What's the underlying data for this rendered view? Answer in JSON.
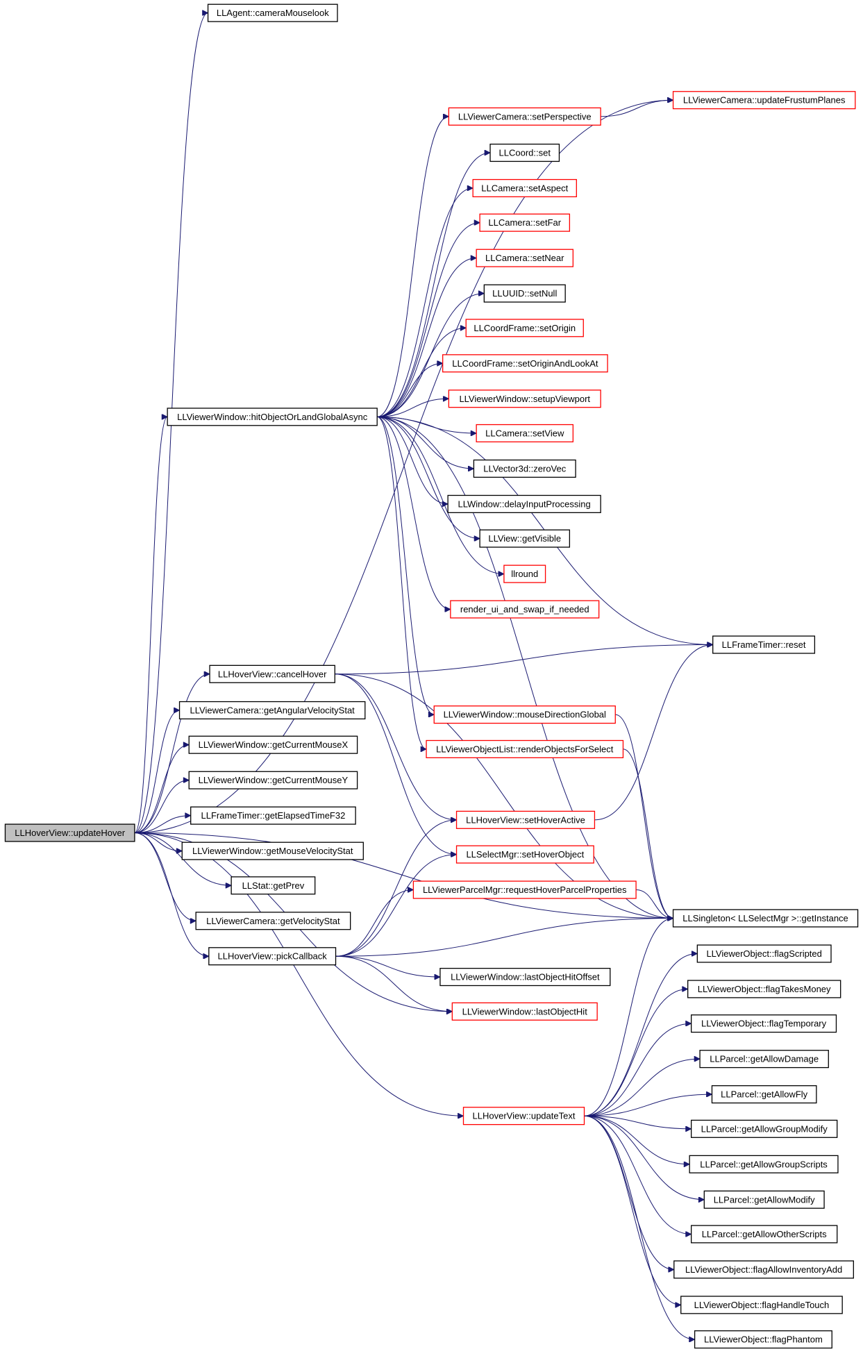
{
  "colors": {
    "edge": "#191970",
    "node_border_default": "#000000",
    "node_border_incomplete": "#ff0000",
    "root_fill": "#c0c0c0",
    "background": "#ffffff"
  },
  "nodes": [
    {
      "id": "root",
      "label": "LLHoverView::updateHover",
      "border": "black",
      "root": true
    },
    {
      "id": "cameraMouselook",
      "label": "LLAgent::cameraMouselook",
      "border": "black"
    },
    {
      "id": "hitObject",
      "label": "LLViewerWindow::hitObjectOrLandGlobalAsync",
      "border": "black"
    },
    {
      "id": "cancelHover",
      "label": "LLHoverView::cancelHover",
      "border": "black"
    },
    {
      "id": "getAngVel",
      "label": "LLViewerCamera::getAngularVelocityStat",
      "border": "black"
    },
    {
      "id": "curMouseX",
      "label": "LLViewerWindow::getCurrentMouseX",
      "border": "black"
    },
    {
      "id": "curMouseY",
      "label": "LLViewerWindow::getCurrentMouseY",
      "border": "black"
    },
    {
      "id": "elapsed",
      "label": "LLFrameTimer::getElapsedTimeF32",
      "border": "black"
    },
    {
      "id": "mouseVel",
      "label": "LLViewerWindow::getMouseVelocityStat",
      "border": "black"
    },
    {
      "id": "getPrev",
      "label": "LLStat::getPrev",
      "border": "black"
    },
    {
      "id": "velStat",
      "label": "LLViewerCamera::getVelocityStat",
      "border": "black"
    },
    {
      "id": "pickCallback",
      "label": "LLHoverView::pickCallback",
      "border": "black"
    },
    {
      "id": "updateText",
      "label": "LLHoverView::updateText",
      "border": "red"
    },
    {
      "id": "setPerspective",
      "label": "LLViewerCamera::setPerspective",
      "border": "red"
    },
    {
      "id": "updateFrustum",
      "label": "LLViewerCamera::updateFrustumPlanes",
      "border": "red"
    },
    {
      "id": "coordSet",
      "label": "LLCoord::set",
      "border": "black"
    },
    {
      "id": "setAspect",
      "label": "LLCamera::setAspect",
      "border": "red"
    },
    {
      "id": "setFar",
      "label": "LLCamera::setFar",
      "border": "red"
    },
    {
      "id": "setNear",
      "label": "LLCamera::setNear",
      "border": "red"
    },
    {
      "id": "setNull",
      "label": "LLUUID::setNull",
      "border": "black"
    },
    {
      "id": "setOrigin",
      "label": "LLCoordFrame::setOrigin",
      "border": "red"
    },
    {
      "id": "setOriginLook",
      "label": "LLCoordFrame::setOriginAndLookAt",
      "border": "red"
    },
    {
      "id": "setupViewport",
      "label": "LLViewerWindow::setupViewport",
      "border": "red"
    },
    {
      "id": "setView",
      "label": "LLCamera::setView",
      "border": "red"
    },
    {
      "id": "zeroVec",
      "label": "LLVector3d::zeroVec",
      "border": "black"
    },
    {
      "id": "delayInput",
      "label": "LLWindow::delayInputProcessing",
      "border": "black"
    },
    {
      "id": "getVisible",
      "label": "LLView::getVisible",
      "border": "black"
    },
    {
      "id": "llround",
      "label": "llround",
      "border": "red"
    },
    {
      "id": "renderUi",
      "label": "render_ui_and_swap_if_needed",
      "border": "red"
    },
    {
      "id": "frameReset",
      "label": "LLFrameTimer::reset",
      "border": "black"
    },
    {
      "id": "mouseDir",
      "label": "LLViewerWindow::mouseDirectionGlobal",
      "border": "red"
    },
    {
      "id": "renderObjects",
      "label": "LLViewerObjectList::renderObjectsForSelect",
      "border": "red"
    },
    {
      "id": "setHoverActive",
      "label": "LLHoverView::setHoverActive",
      "border": "red"
    },
    {
      "id": "setHoverObject",
      "label": "LLSelectMgr::setHoverObject",
      "border": "red"
    },
    {
      "id": "requestParcel",
      "label": "LLViewerParcelMgr::requestHoverParcelProperties",
      "border": "red"
    },
    {
      "id": "getInstance",
      "label": "LLSingleton< LLSelectMgr >::getInstance",
      "border": "black"
    },
    {
      "id": "lastHitOffset",
      "label": "LLViewerWindow::lastObjectHitOffset",
      "border": "black"
    },
    {
      "id": "lastHit",
      "label": "LLViewerWindow::lastObjectHit",
      "border": "red"
    },
    {
      "id": "flagScripted",
      "label": "LLViewerObject::flagScripted",
      "border": "black"
    },
    {
      "id": "flagTakesMoney",
      "label": "LLViewerObject::flagTakesMoney",
      "border": "black"
    },
    {
      "id": "flagTemporary",
      "label": "LLViewerObject::flagTemporary",
      "border": "black"
    },
    {
      "id": "allowDamage",
      "label": "LLParcel::getAllowDamage",
      "border": "black"
    },
    {
      "id": "allowFly",
      "label": "LLParcel::getAllowFly",
      "border": "black"
    },
    {
      "id": "allowGroupModify",
      "label": "LLParcel::getAllowGroupModify",
      "border": "black"
    },
    {
      "id": "allowGroupScripts",
      "label": "LLParcel::getAllowGroupScripts",
      "border": "black"
    },
    {
      "id": "allowModify",
      "label": "LLParcel::getAllowModify",
      "border": "black"
    },
    {
      "id": "allowOtherScripts",
      "label": "LLParcel::getAllowOtherScripts",
      "border": "black"
    },
    {
      "id": "flagInvAdd",
      "label": "LLViewerObject::flagAllowInventoryAdd",
      "border": "black"
    },
    {
      "id": "flagHandleTouch",
      "label": "LLViewerObject::flagHandleTouch",
      "border": "black"
    },
    {
      "id": "flagPhantom",
      "label": "LLViewerObject::flagPhantom",
      "border": "black"
    }
  ],
  "edges": [
    [
      "root",
      "cameraMouselook"
    ],
    [
      "root",
      "hitObject"
    ],
    [
      "root",
      "cancelHover"
    ],
    [
      "root",
      "getAngVel"
    ],
    [
      "root",
      "curMouseX"
    ],
    [
      "root",
      "curMouseY"
    ],
    [
      "root",
      "elapsed"
    ],
    [
      "root",
      "mouseVel"
    ],
    [
      "root",
      "getPrev"
    ],
    [
      "root",
      "velStat"
    ],
    [
      "root",
      "pickCallback"
    ],
    [
      "root",
      "updateText"
    ],
    [
      "root",
      "updateFrustum"
    ],
    [
      "root",
      "getInstance"
    ],
    [
      "root",
      "lastHit"
    ],
    [
      "hitObject",
      "setPerspective"
    ],
    [
      "hitObject",
      "coordSet"
    ],
    [
      "hitObject",
      "setAspect"
    ],
    [
      "hitObject",
      "setFar"
    ],
    [
      "hitObject",
      "setNear"
    ],
    [
      "hitObject",
      "setNull"
    ],
    [
      "hitObject",
      "setOrigin"
    ],
    [
      "hitObject",
      "setOriginLook"
    ],
    [
      "hitObject",
      "setupViewport"
    ],
    [
      "hitObject",
      "setView"
    ],
    [
      "hitObject",
      "zeroVec"
    ],
    [
      "hitObject",
      "delayInput"
    ],
    [
      "hitObject",
      "getVisible"
    ],
    [
      "hitObject",
      "llround"
    ],
    [
      "hitObject",
      "renderUi"
    ],
    [
      "hitObject",
      "frameReset"
    ],
    [
      "hitObject",
      "mouseDir"
    ],
    [
      "hitObject",
      "renderObjects"
    ],
    [
      "hitObject",
      "getInstance"
    ],
    [
      "setPerspective",
      "updateFrustum"
    ],
    [
      "cancelHover",
      "frameReset"
    ],
    [
      "cancelHover",
      "setHoverActive"
    ],
    [
      "cancelHover",
      "setHoverObject"
    ],
    [
      "cancelHover",
      "getInstance"
    ],
    [
      "pickCallback",
      "setHoverActive"
    ],
    [
      "pickCallback",
      "setHoverObject"
    ],
    [
      "pickCallback",
      "requestParcel"
    ],
    [
      "pickCallback",
      "getInstance"
    ],
    [
      "pickCallback",
      "lastHitOffset"
    ],
    [
      "pickCallback",
      "lastHit"
    ],
    [
      "setHoverActive",
      "frameReset"
    ],
    [
      "mouseDir",
      "getInstance"
    ],
    [
      "renderObjects",
      "getInstance"
    ],
    [
      "requestParcel",
      "getInstance"
    ],
    [
      "updateText",
      "getInstance"
    ],
    [
      "updateText",
      "flagScripted"
    ],
    [
      "updateText",
      "flagTakesMoney"
    ],
    [
      "updateText",
      "flagTemporary"
    ],
    [
      "updateText",
      "allowDamage"
    ],
    [
      "updateText",
      "allowFly"
    ],
    [
      "updateText",
      "allowGroupModify"
    ],
    [
      "updateText",
      "allowGroupScripts"
    ],
    [
      "updateText",
      "allowModify"
    ],
    [
      "updateText",
      "allowOtherScripts"
    ],
    [
      "updateText",
      "flagInvAdd"
    ],
    [
      "updateText",
      "flagHandleTouch"
    ],
    [
      "updateText",
      "flagPhantom"
    ]
  ]
}
